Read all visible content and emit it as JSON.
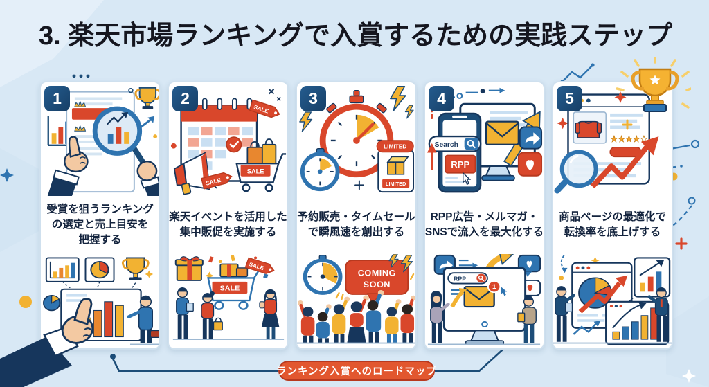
{
  "title": "3. 楽天市場ランキングで入賞するための実践ステップ",
  "roadmap": {
    "label": "ランキング入賞へのロードマップ"
  },
  "steps": [
    {
      "number": "1",
      "lines": [
        "受賞を狙うランキング",
        "の選定と売上目安を",
        "把握する"
      ],
      "icons": [
        "ranking-document",
        "magnifier-bar-chart",
        "trophy",
        "bar-chart",
        "pointing-hand",
        "presentation-board",
        "pie-chart",
        "businessperson"
      ]
    },
    {
      "number": "2",
      "lines": [
        "楽天イベントを活用した",
        "集中販促を実施する"
      ],
      "tag": "SALE",
      "icons": [
        "event-calendar",
        "megaphone",
        "sale-tag",
        "shopping-cart",
        "gift-box",
        "shoppers"
      ]
    },
    {
      "number": "3",
      "lines": [
        "予約販売・タイムセール",
        "で瞬風速を創出する"
      ],
      "limited": "LIMITED",
      "coming_soon": [
        "COMING",
        "SOON"
      ],
      "icons": [
        "stopwatch",
        "lightning-bolt",
        "limited-product-box",
        "cheering-crowd"
      ]
    },
    {
      "number": "4",
      "lines": [
        "RPP広告・メルマガ・",
        "SNSで流入を最大化する"
      ],
      "search": "Search",
      "rpp": "RPP",
      "notification": "1",
      "icons": [
        "smartphone-search",
        "monitor",
        "email-envelope",
        "share",
        "like-heart",
        "growth-arrow",
        "marketers"
      ]
    },
    {
      "number": "5",
      "lines": [
        "商品ページの最適化で",
        "転換率を底上げする"
      ],
      "icons": [
        "product-page",
        "rating-stars",
        "magnifier",
        "growth-arrow",
        "trophy",
        "analytics-dashboards",
        "businesspeople"
      ]
    }
  ],
  "colors": {
    "background": "#d8e8f5",
    "card": "#ffffff",
    "navy": "#1d4d78",
    "red": "#d9472b",
    "orange": "#e2572f",
    "yellow": "#f2b232",
    "blue": "#2f74b0",
    "text": "#13233d",
    "badge_bg": "#1d4d78",
    "roadmap_bg": "#e2572f"
  }
}
